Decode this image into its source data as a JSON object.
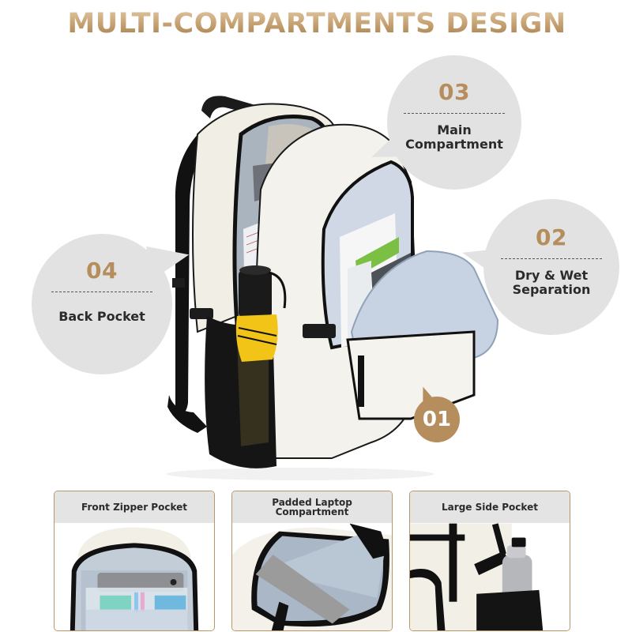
{
  "title": "MULTI-COMPARTMENTS DESIGN",
  "colors": {
    "accent_gold": "#b68d5c",
    "bubble_gray": "#e2e2e2",
    "text_dark": "#2b2b2b",
    "panel_border": "#b8966b",
    "panel_caption_bg": "#e4e4e4"
  },
  "callouts": [
    {
      "number": "01",
      "label": ""
    },
    {
      "number": "02",
      "label_line1": "Dry & Wet",
      "label_line2": "Separation"
    },
    {
      "number": "03",
      "label_line1": "Main",
      "label_line2": "Compartment"
    },
    {
      "number": "04",
      "label_line1": "Back Pocket"
    }
  ],
  "panels": [
    {
      "caption_line1": "Front Zipper Pocket",
      "caption_line2": ""
    },
    {
      "caption_line1": "Padded Laptop",
      "caption_line2": "Compartment"
    },
    {
      "caption_line1": "Large Side Pocket",
      "caption_line2": ""
    }
  ]
}
